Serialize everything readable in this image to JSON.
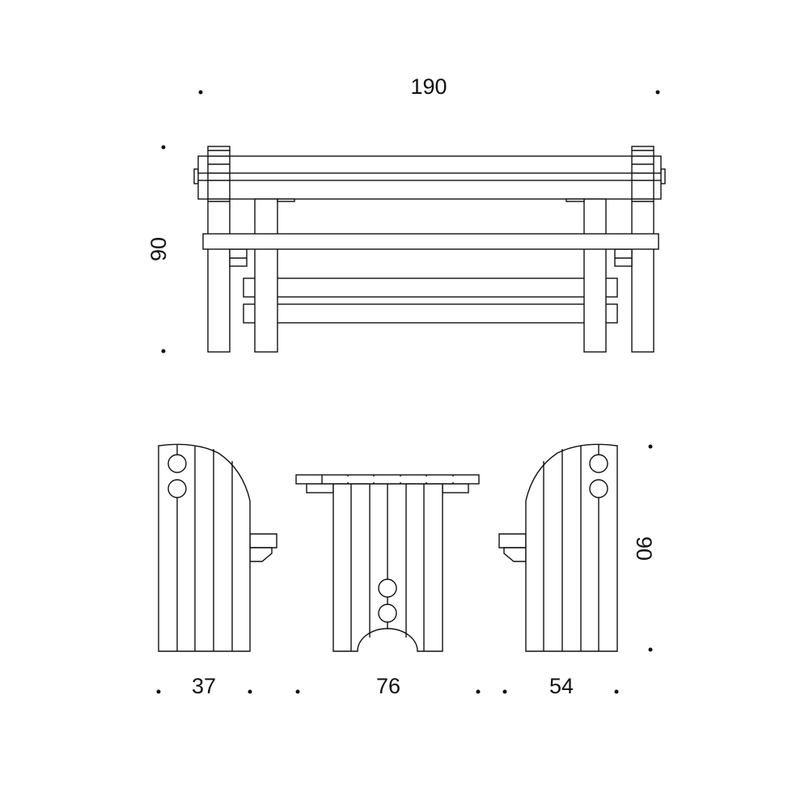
{
  "drawing": {
    "subject": "bench",
    "dimensions": {
      "length": "190",
      "height_front": "90",
      "depth_left": "37",
      "width_end": "76",
      "depth_right": "54",
      "height_side": "90"
    },
    "colors": {
      "line": "#111111",
      "background": "#ffffff"
    }
  }
}
